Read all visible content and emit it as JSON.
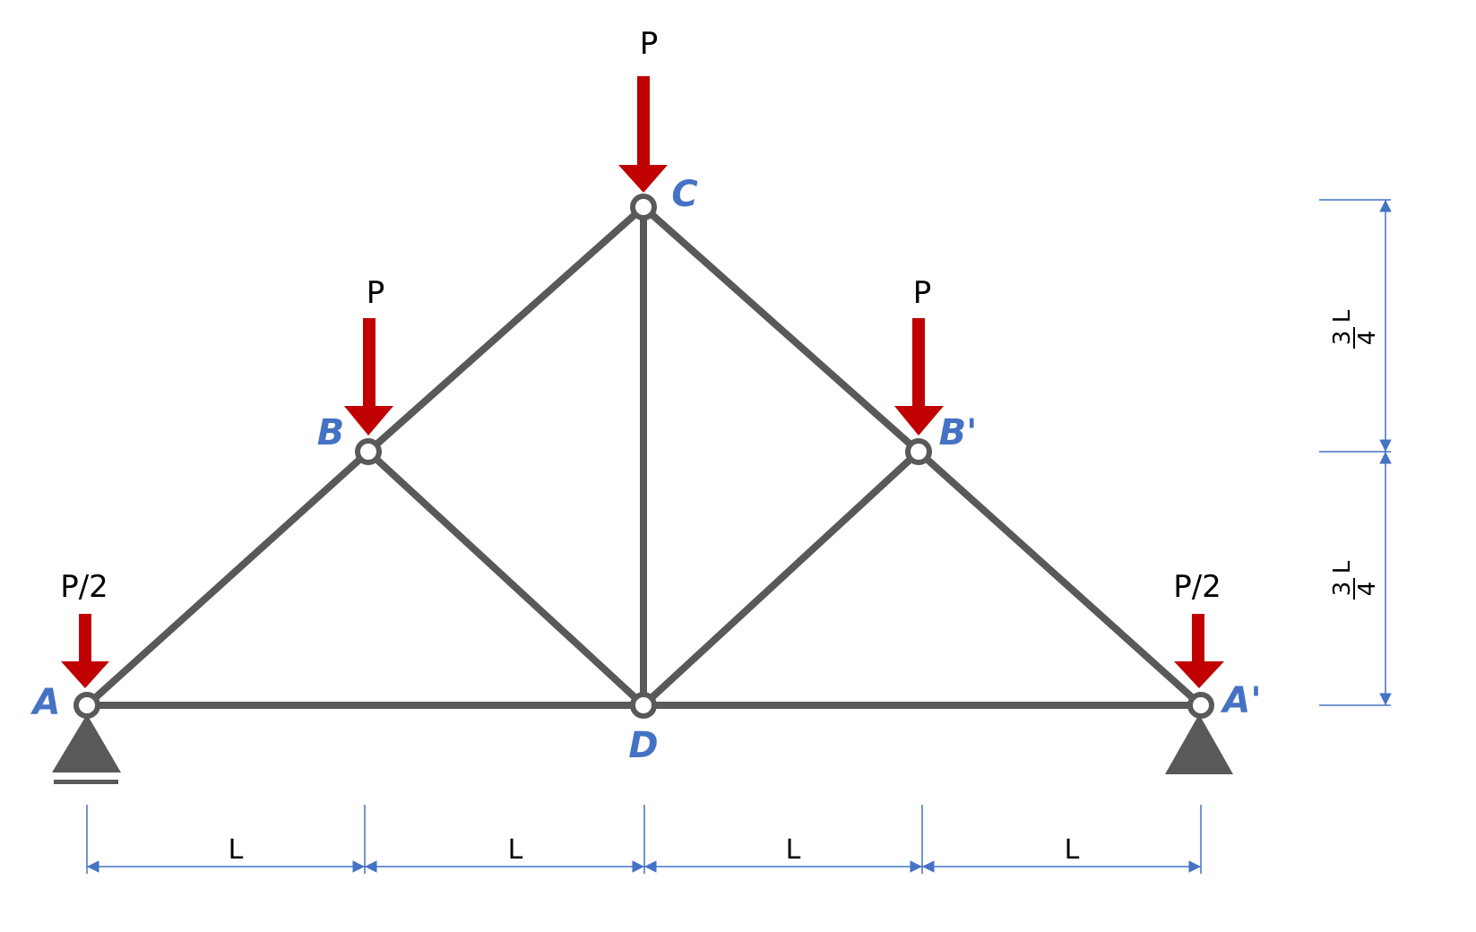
{
  "colors": {
    "member": "#595959",
    "load": "#c00000",
    "node_label": "#4472c4",
    "dimension": "#4472c4",
    "text": "#000000",
    "support": "#595959"
  },
  "nodes": {
    "A": "A",
    "B": "B",
    "C": "C",
    "D": "D",
    "B_prime": "B'",
    "A_prime": "A'"
  },
  "loads": {
    "A": "P/2",
    "B": "P",
    "C": "P",
    "B_prime": "P",
    "A_prime": "P/2"
  },
  "dimensions": {
    "horizontal": [
      "L",
      "L",
      "L",
      "L"
    ],
    "vertical": [
      {
        "numerator": "3",
        "denominator": "4",
        "symbol": "L"
      },
      {
        "numerator": "3",
        "denominator": "4",
        "symbol": "L"
      }
    ]
  },
  "supports": {
    "left": "roller",
    "right": "pin"
  }
}
